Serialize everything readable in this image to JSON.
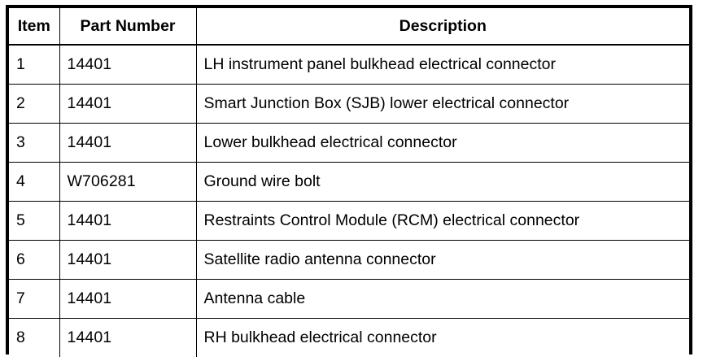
{
  "table": {
    "columns": [
      {
        "key": "item",
        "label": "Item"
      },
      {
        "key": "part_number",
        "label": "Part Number"
      },
      {
        "key": "description",
        "label": "Description"
      }
    ],
    "rows": [
      {
        "item": "1",
        "part_number": "14401",
        "description": "LH instrument panel bulkhead electrical connector"
      },
      {
        "item": "2",
        "part_number": "14401",
        "description": "Smart Junction Box (SJB) lower electrical connector"
      },
      {
        "item": "3",
        "part_number": "14401",
        "description": "Lower bulkhead electrical connector"
      },
      {
        "item": "4",
        "part_number": "W706281",
        "description": "Ground wire bolt"
      },
      {
        "item": "5",
        "part_number": "14401",
        "description": "Restraints Control Module (RCM) electrical connector"
      },
      {
        "item": "6",
        "part_number": "14401",
        "description": "Satellite radio antenna connector"
      },
      {
        "item": "7",
        "part_number": "14401",
        "description": "Antenna cable"
      },
      {
        "item": "8",
        "part_number": "14401",
        "description": "RH bulkhead electrical connector"
      }
    ]
  },
  "colors": {
    "border": "#000000",
    "text": "#000000",
    "background": "#ffffff"
  }
}
